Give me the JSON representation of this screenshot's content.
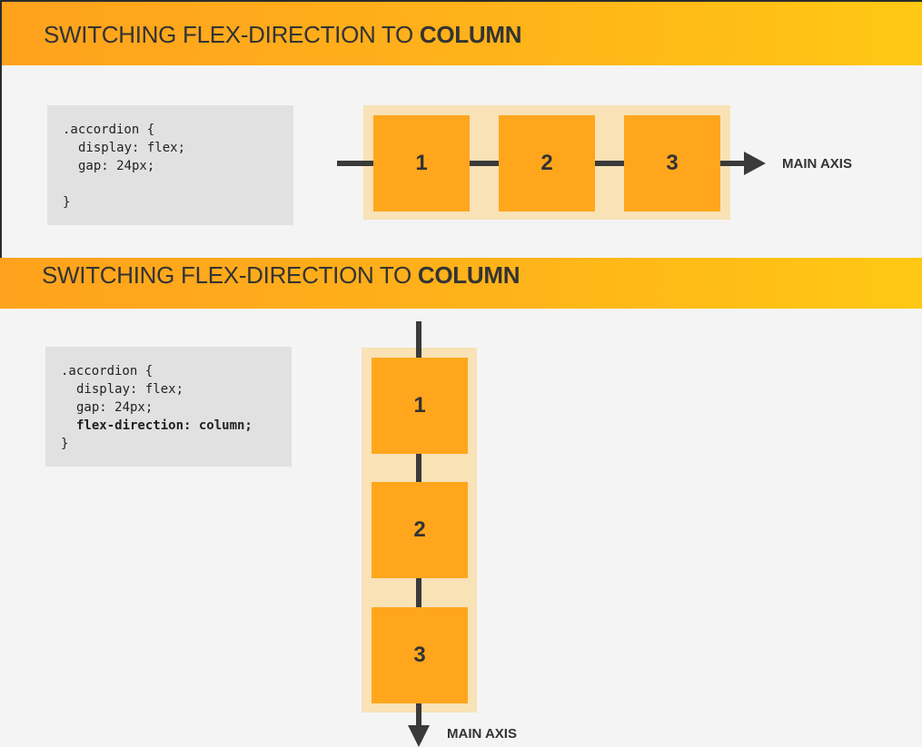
{
  "top_panel": {
    "title_normal": "SWITCHING FLEX-DIRECTION TO ",
    "title_bold": "COLUMN",
    "code": [
      ".accordion {",
      "display: flex;",
      "gap: 24px;",
      "",
      "}"
    ],
    "items": [
      "1",
      "2",
      "3"
    ],
    "axis_label": "MAIN AXIS"
  },
  "bottom_panel": {
    "title_normal": "SWITCHING FLEX-DIRECTION TO ",
    "title_bold": "COLUMN",
    "code": [
      ".accordion {",
      "display: flex;",
      "gap: 24px;",
      "flex-direction: column;",
      "}"
    ],
    "items": [
      "1",
      "2",
      "3"
    ],
    "axis_label": "MAIN AXIS"
  },
  "colors": {
    "banner_start": "#ffa21d",
    "banner_end": "#ffc813",
    "item": "#ffa61d",
    "container": "#f8e2b6",
    "axis": "#3a3a3a",
    "code_bg": "#e1e1e1"
  }
}
